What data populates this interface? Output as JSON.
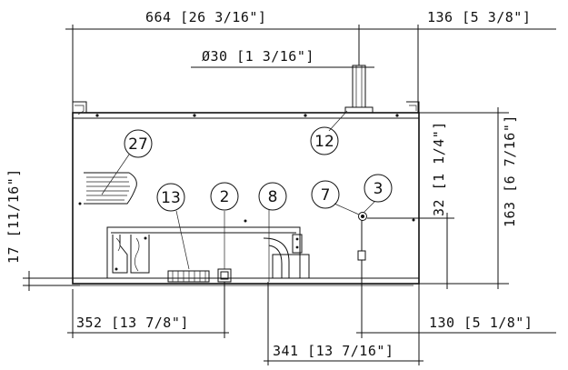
{
  "dimensions": {
    "width_total": "664 [26 3/16\"]",
    "right_offset": "136 [5 3/8\"]",
    "pipe_diameter": "Ø30 [1 3/16\"]",
    "height_total": "163 [6 7/16\"]",
    "vertical_32": "32 [1 1/4\"]",
    "vertical_17": "17 [11/16\"]",
    "bottom_352": "352 [13 7/8\"]",
    "bottom_341": "341 [13 7/16\"]",
    "bottom_130": "130 [5 1/8\"]"
  },
  "callouts": {
    "c27": "27",
    "c12": "12",
    "c13": "13",
    "c2": "2",
    "c8": "8",
    "c7": "7",
    "c3": "3"
  }
}
